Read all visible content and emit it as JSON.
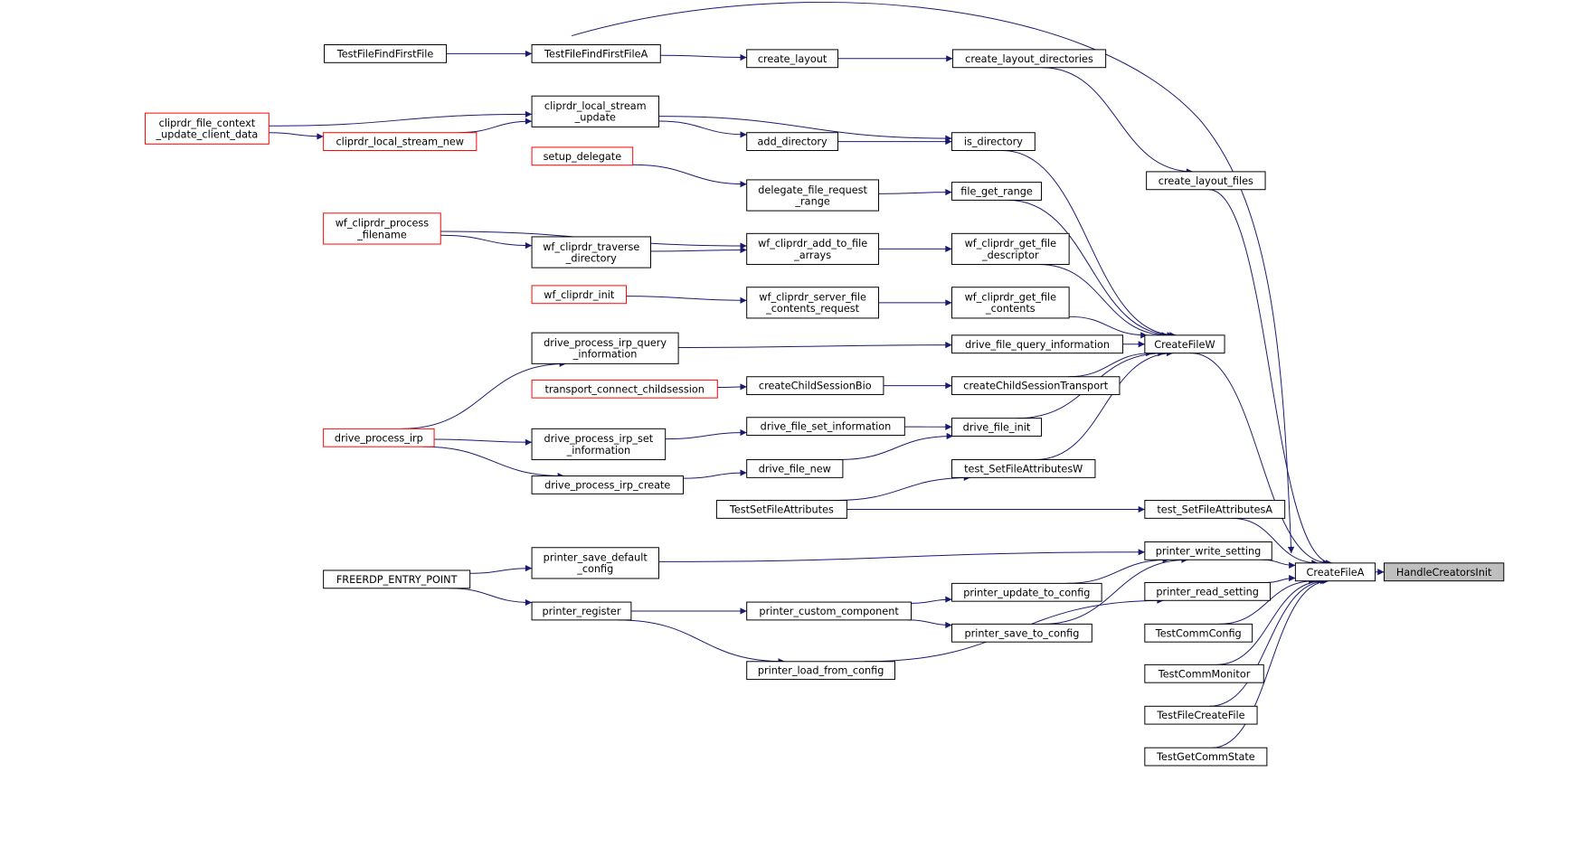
{
  "colors": {
    "edge": "#191970",
    "node_border": "#000000",
    "truncated_border": "#ff0000",
    "root_fill": "#bfbfbf"
  },
  "nodes": {
    "HandleCreatorsInit": "HandleCreatorsInit",
    "CreateFileA": "CreateFileA",
    "CreateFileW": "CreateFileW",
    "TestFileFindFirstFile": "TestFileFindFirstFile",
    "TestFileFindFirstFileA": "TestFileFindFirstFileA",
    "create_layout": "create_layout",
    "create_layout_directories": "create_layout_directories",
    "create_layout_files": "create_layout_files",
    "cliprdr_file_context_update_client_data": [
      "cliprdr_file_context",
      "_update_client_data"
    ],
    "cliprdr_local_stream_update": [
      "cliprdr_local_stream",
      "_update"
    ],
    "cliprdr_local_stream_new": "cliprdr_local_stream_new",
    "add_directory": "add_directory",
    "is_directory": "is_directory",
    "setup_delegate": "setup_delegate",
    "delegate_file_request_range": [
      "delegate_file_request",
      "_range"
    ],
    "file_get_range": "file_get_range",
    "wf_cliprdr_process_filename": [
      "wf_cliprdr_process",
      "_filename"
    ],
    "wf_cliprdr_traverse_directory": [
      "wf_cliprdr_traverse",
      "_directory"
    ],
    "wf_cliprdr_add_to_file_arrays": [
      "wf_cliprdr_add_to_file",
      "_arrays"
    ],
    "wf_cliprdr_get_file_descriptor": [
      "wf_cliprdr_get_file",
      "_descriptor"
    ],
    "wf_cliprdr_init": "wf_cliprdr_init",
    "wf_cliprdr_server_file_contents_request": [
      "wf_cliprdr_server_file",
      "_contents_request"
    ],
    "wf_cliprdr_get_file_contents": [
      "wf_cliprdr_get_file",
      "_contents"
    ],
    "drive_process_irp_query_information": [
      "drive_process_irp_query",
      "_information"
    ],
    "drive_file_query_information": "drive_file_query_information",
    "transport_connect_childsession": "transport_connect_childsession",
    "createChildSessionBio": "createChildSessionBio",
    "createChildSessionTransport": "createChildSessionTransport",
    "drive_process_irp": "drive_process_irp",
    "drive_process_irp_set_information": [
      "drive_process_irp_set",
      "_information"
    ],
    "drive_file_set_information": "drive_file_set_information",
    "drive_file_init": "drive_file_init",
    "drive_file_new": "drive_file_new",
    "drive_process_irp_create": "drive_process_irp_create",
    "test_SetFileAttributesW": "test_SetFileAttributesW",
    "TestSetFileAttributes": "TestSetFileAttributes",
    "test_SetFileAttributesA": "test_SetFileAttributesA",
    "printer_save_default_config": [
      "printer_save_default",
      "_config"
    ],
    "FREERDP_ENTRY_POINT": "FREERDP_ENTRY_POINT",
    "printer_write_setting": "printer_write_setting",
    "printer_read_setting": "printer_read_setting",
    "printer_update_to_config": "printer_update_to_config",
    "printer_register": "printer_register",
    "printer_custom_component": "printer_custom_component",
    "printer_save_to_config": "printer_save_to_config",
    "printer_load_from_config": "printer_load_from_config",
    "TestCommConfig": "TestCommConfig",
    "TestCommMonitor": "TestCommMonitor",
    "TestFileCreateFile": "TestFileCreateFile",
    "TestGetCommState": "TestGetCommState"
  }
}
